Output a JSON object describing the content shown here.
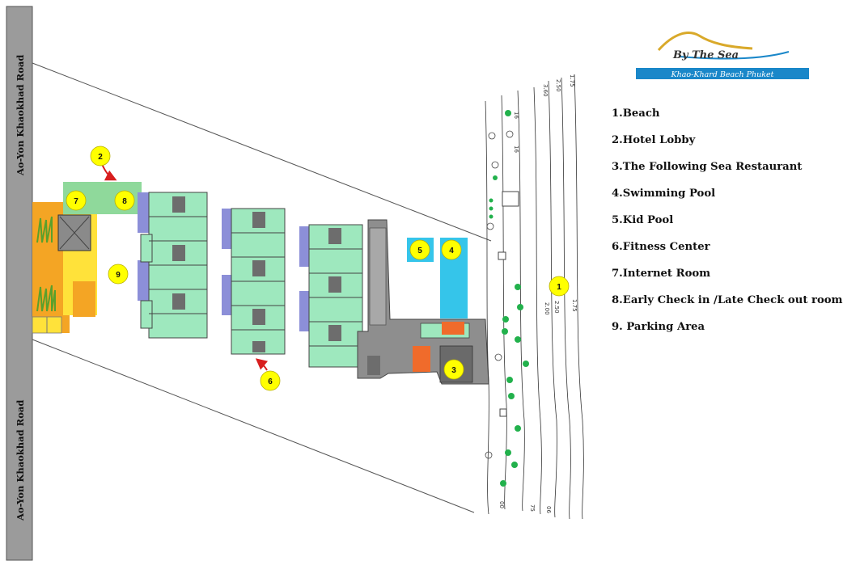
{
  "road": {
    "label_top": "Ao-Yon Khaokhad Road",
    "label_bottom": "Ao-Yon Khaokhad Road"
  },
  "logo": {
    "name": "By The Sea",
    "tagline": "Khao-Khard Beach Phuket",
    "colors": {
      "brand_blue": "#1a87c9",
      "swoosh_gold": "#d9a92a"
    }
  },
  "markers": [
    {
      "number": "1"
    },
    {
      "number": "2"
    },
    {
      "number": "3"
    },
    {
      "number": "4"
    },
    {
      "number": "5"
    },
    {
      "number": "6"
    },
    {
      "number": "7"
    },
    {
      "number": "8"
    },
    {
      "number": "9"
    }
  ],
  "contours": [
    "1.75",
    "2.50",
    "3.60",
    "2.50",
    "2.00",
    "1.75",
    "16",
    "16",
    "00",
    "75",
    "06"
  ],
  "legend": [
    "1.Beach",
    "2.Hotel Lobby",
    "3.The Following Sea Restaurant",
    "4.Swimming Pool",
    "5.Kid Pool",
    "6.Fitness Center",
    "7.Internet Room",
    "8.Early Check in  /Late Check out room",
    "9. Parking Area"
  ],
  "colors": {
    "marker_fill": "#ffff00",
    "building_green": "#9ee8be",
    "pool_blue": "#35c5ea",
    "parking_yellow": "#ffe23a",
    "lobby_green": "#8fd99b",
    "annex_purple": "#8c8fd8",
    "restaurant_grey": "#8e8e8e",
    "accent_orange": "#f06b2b",
    "arrow_red": "#d81e1e",
    "tree_green": "#22b14c"
  }
}
